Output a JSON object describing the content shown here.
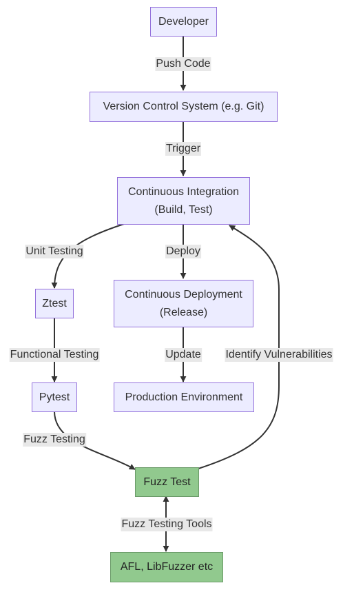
{
  "nodes": {
    "developer": "Developer",
    "vcs": "Version Control System (e.g. Git)",
    "ci_line1": "Continuous Integration",
    "ci_line2": "(Build, Test)",
    "ztest": "Ztest",
    "cd_line1": "Continuous Deployment",
    "cd_line2": "(Release)",
    "pytest": "Pytest",
    "prod": "Production Environment",
    "fuzz_test": "Fuzz Test",
    "fuzz_tools": "AFL, LibFuzzer etc"
  },
  "edges": {
    "push_code": "Push Code",
    "trigger": "Trigger",
    "unit_testing": "Unit Testing",
    "deploy": "Deploy",
    "functional_testing": "Functional Testing",
    "update": "Update",
    "identify_vulnerabilities": "Identify Vulnerabilities",
    "fuzz_testing": "Fuzz Testing",
    "fuzz_testing_tools": "Fuzz Testing Tools"
  },
  "colors": {
    "node_fill": "#ececff",
    "node_border": "#9370db",
    "highlight_fill": "#91c98e",
    "edge": "#333333",
    "label_bg": "#e8e8e8"
  }
}
